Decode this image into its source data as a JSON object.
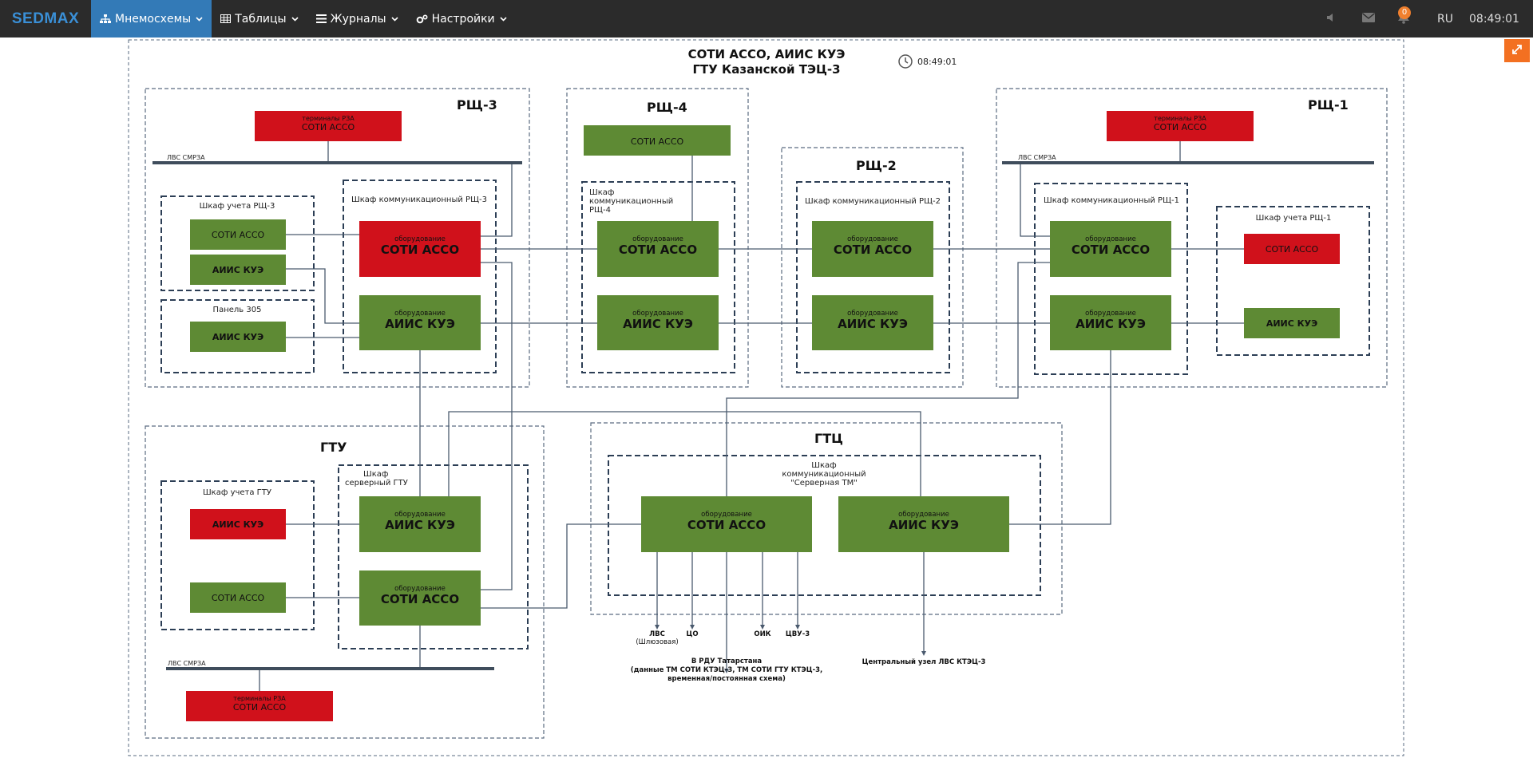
{
  "app": {
    "logo": "SEDMAX"
  },
  "menu": [
    {
      "label": "Мнемосхемы",
      "icon": "sitemap-icon",
      "active": true
    },
    {
      "label": "Таблицы",
      "icon": "table-icon",
      "active": false
    },
    {
      "label": "Журналы",
      "icon": "list-icon",
      "active": false
    },
    {
      "label": "Настройки",
      "icon": "cogs-icon",
      "active": false
    }
  ],
  "topright": {
    "notifications_count": "0",
    "language": "RU",
    "time": "08:49:01"
  },
  "scheme": {
    "title_line1": "СОТИ АССО, АИИС КУЭ",
    "title_line2": "ГТУ Казанской ТЭЦ-3",
    "clock": "08:49:01",
    "labels": {
      "equipment": "оборудование",
      "soti": "СОТИ АССО",
      "aiis": "АИИС КУЭ",
      "terminals": "терминалы РЗА",
      "lvs_smrza": "ЛВС СМРЗА",
      "rsch3": "РЩ-3",
      "rsch4": "РЩ-4",
      "rsch2": "РЩ-2",
      "rsch1": "РЩ-1",
      "gtu": "ГТУ",
      "gtc": "ГТЦ",
      "cab_uch_rsch3": "Шкаф учета РЩ-3",
      "cab_comm_rsch3": "Шкаф коммуникационный РЩ-3",
      "panel305": "Панель 305",
      "cab_comm_rsch4_l1": "Шкаф",
      "cab_comm_rsch4_l2": "коммуникационный",
      "cab_comm_rsch4_l3": "РЩ-4",
      "cab_comm_rsch2": "Шкаф коммуникационный РЩ-2",
      "cab_comm_rsch1": "Шкаф коммуникационный РЩ-1",
      "cab_uch_rsch1": "Шкаф учета РЩ-1",
      "cab_uch_gtu": "Шкаф учета ГТУ",
      "cab_srv_gtu_l1": "Шкаф",
      "cab_srv_gtu_l2": "серверный ГТУ",
      "cab_gtc_l1": "Шкаф",
      "cab_gtc_l2": "коммуникационный",
      "cab_gtc_l3": "\"Серверная ТМ\"",
      "out_lvs_l1": "ЛВС",
      "out_lvs_l2": "(Шлюзовая)",
      "out_co": "ЦО",
      "out_oik": "ОИК",
      "out_cvu": "ЦВУ-3",
      "out_rdu_l1": "В РДУ Татарстана",
      "out_rdu_l2": "(данные ТМ СОТИ КТЭЦ-3, ТМ СОТИ ГТУ КТЭЦ-3,",
      "out_rdu_l3": "временная/постоянная схема)",
      "out_central": "Центральный узел ЛВС КТЭЦ-3"
    }
  },
  "colors": {
    "green": "#5e8a34",
    "red": "#d0111b",
    "line": "#4a5a6e",
    "bus": "#3f4d5c",
    "topbar": "#2b2b2b",
    "active_menu": "#337ab7",
    "accent": "#f37021"
  }
}
